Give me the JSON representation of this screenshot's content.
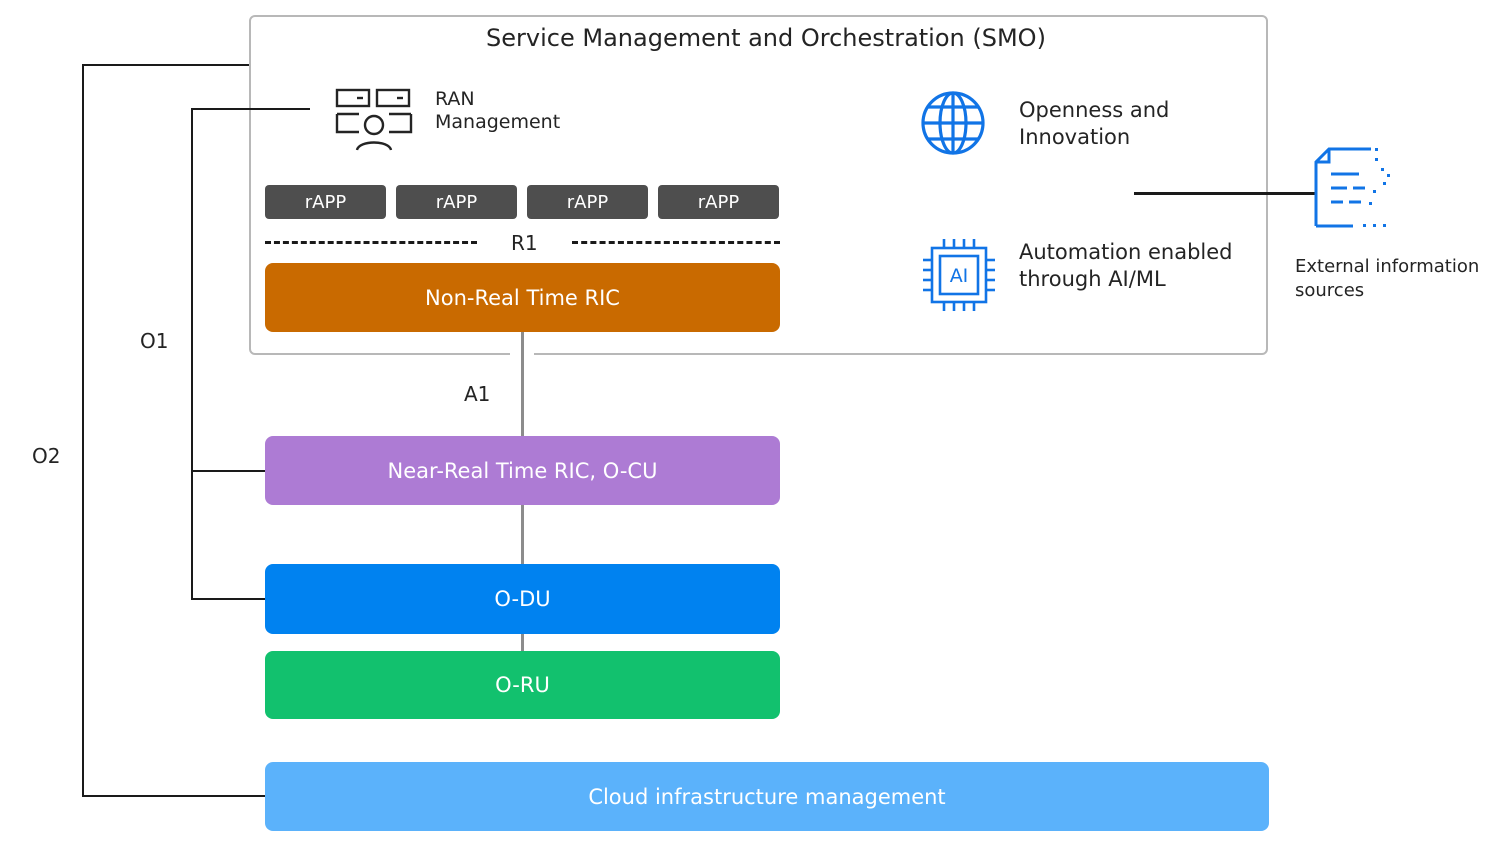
{
  "smo": {
    "title": "Service Management and Orchestration (SMO)"
  },
  "ran_management": {
    "label_line1": "RAN",
    "label_line2": "Management"
  },
  "rapps": [
    "rAPP",
    "rAPP",
    "rAPP",
    "rAPP"
  ],
  "interfaces": {
    "r1": "R1",
    "a1": "A1",
    "o1": "O1",
    "o2": "O2"
  },
  "blocks": {
    "non_rt_ric": {
      "label": "Non-Real Time RIC",
      "color": "#c96a00"
    },
    "near_rt_ric": {
      "label": "Near-Real Time RIC, O-CU",
      "color": "#ad7bd4"
    },
    "odu": {
      "label": "O-DU",
      "color": "#0082f0"
    },
    "oru": {
      "label": "O-RU",
      "color": "#12c16e"
    },
    "cloud": {
      "label": "Cloud infrastructure management",
      "color": "#5bb2fb"
    }
  },
  "features": {
    "openness": {
      "line1": "Openness and",
      "line2": "Innovation",
      "icon": "globe-icon"
    },
    "automation": {
      "line1": "Automation enabled",
      "line2": "through AI/ML",
      "icon": "ai-chip-icon",
      "chip_text": "AI"
    }
  },
  "external": {
    "line1": "External information",
    "line2": "sources",
    "icon": "document-icon"
  },
  "colors": {
    "icon_blue": "#1174e6",
    "rapp_gray": "#4e4e4e",
    "frame_gray": "#b8b8b8"
  }
}
